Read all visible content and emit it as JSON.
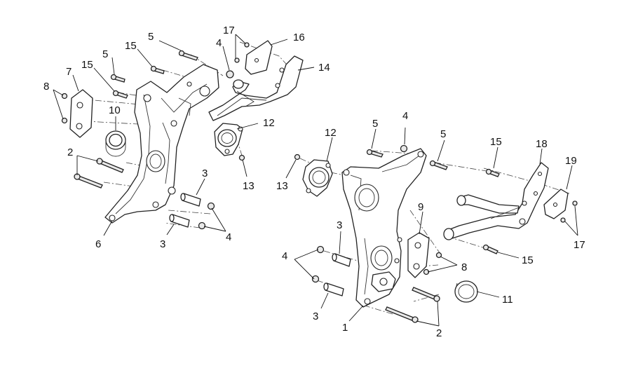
{
  "labels": {
    "left": {
      "l5a": "5",
      "l17a": "17",
      "l16": "16",
      "l5b": "5",
      "l15a": "15",
      "l4a": "4",
      "l14": "14",
      "l7": "7",
      "l15b": "15",
      "l8": "8",
      "l10": "10",
      "l12": "12",
      "l2": "2",
      "l13": "13",
      "l3a": "3",
      "l6": "6",
      "l3b": "3",
      "l4b": "4"
    },
    "right": {
      "l12": "12",
      "l4a": "4",
      "l5a": "5",
      "l5b": "5",
      "l15a": "15",
      "l18": "18",
      "l19": "19",
      "l13": "13",
      "l9": "9",
      "l3a": "3",
      "l17": "17",
      "l8": "8",
      "l4b": "4",
      "l15b": "15",
      "l11": "11",
      "l3b": "3",
      "l1": "1",
      "l2": "2"
    }
  }
}
